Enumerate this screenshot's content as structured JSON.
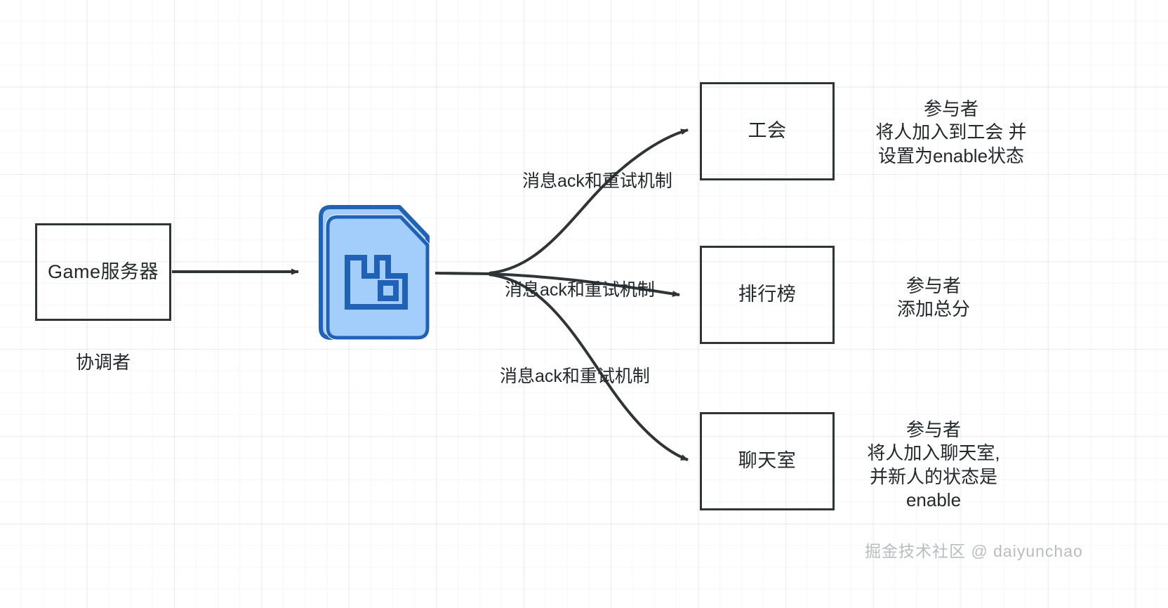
{
  "diagram": {
    "title": "Game server to message broker fan-out",
    "background": {
      "grid": "true",
      "grid_minor_color": "#f2f2f2",
      "grid_major_color": "#e8e8e8",
      "canvas_color": "#ffffff"
    },
    "nodes": [
      {
        "id": "game-server",
        "label": "Game服务器",
        "role_label": "协调者",
        "shape": "rectangle",
        "stroke": "#2f3436"
      },
      {
        "id": "broker",
        "label": "",
        "shape": "rabbitmq-icon",
        "icon_name": "rabbitmq-icon",
        "fill": "#a3cdfa",
        "stroke": "#1f62b8"
      },
      {
        "id": "guild",
        "label": "工会",
        "shape": "rectangle",
        "stroke": "#2f3436"
      },
      {
        "id": "leaderboard",
        "label": "排行榜",
        "shape": "rectangle",
        "stroke": "#2f3436"
      },
      {
        "id": "chatroom",
        "label": "聊天室",
        "shape": "rectangle",
        "stroke": "#2f3436"
      }
    ],
    "edges": [
      {
        "id": "edge-server-broker",
        "from": "game-server",
        "to": "broker",
        "label": ""
      },
      {
        "id": "edge-broker-guild",
        "from": "broker",
        "to": "guild",
        "label": "消息ack和重试机制"
      },
      {
        "id": "edge-broker-leaderboard",
        "from": "broker",
        "to": "leaderboard",
        "label": "消息ack和重试机制"
      },
      {
        "id": "edge-broker-chatroom",
        "from": "broker",
        "to": "chatroom",
        "label": "消息ack和重试机制"
      }
    ],
    "annotations": [
      {
        "id": "annot-guild",
        "for": "guild",
        "text": "参与者\n将人加入到工会 并\n设置为enable状态"
      },
      {
        "id": "annot-leaderboard",
        "for": "leaderboard",
        "text": "参与者\n添加总分"
      },
      {
        "id": "annot-chatroom",
        "for": "chatroom",
        "text": "参与者\n将人加入聊天室,\n并新人的状态是\nenable"
      }
    ],
    "watermark": "掘金技术社区 @ daiyunchao"
  }
}
